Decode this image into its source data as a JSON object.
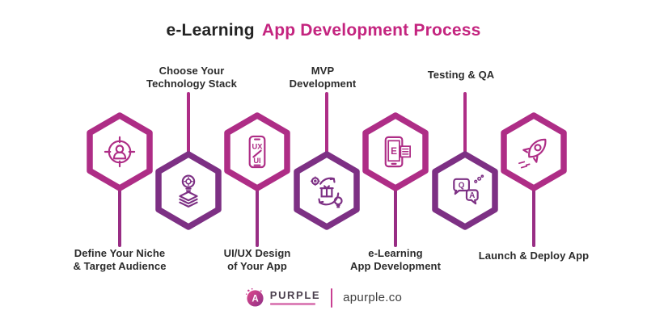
{
  "title": {
    "prefix": "e-Learning",
    "highlight": "App Development Process"
  },
  "colors": {
    "magenta": "#ae2d86",
    "purple": "#7d3084",
    "title-highlight": "#c4247f",
    "text-dark": "#2b2b2b",
    "connector-top": "#ae2d86",
    "connector-bottom": "#982d84",
    "footer-text": "#3f3f3f",
    "divider": "#c93f92",
    "logo-grad-1": "#e04a8c",
    "logo-grad-2": "#8e2f86"
  },
  "steps": [
    {
      "label": "Define Your Niche\n& Target Audience",
      "icon": "target-audience-icon",
      "color": "magenta",
      "label_position": "bottom"
    },
    {
      "label": "Choose Your\nTechnology Stack",
      "icon": "technology-stack-icon",
      "color": "purple",
      "label_position": "top"
    },
    {
      "label": "UI/UX Design\nof Your App",
      "icon": "ux-ui-design-icon",
      "color": "magenta",
      "label_position": "bottom",
      "icon_text": {
        "top": "UX",
        "bottom": "UI"
      }
    },
    {
      "label": "MVP\nDevelopment",
      "icon": "mvp-development-icon",
      "color": "purple",
      "label_position": "top"
    },
    {
      "label": "e-Learning\nApp Development",
      "icon": "elearning-app-icon",
      "color": "magenta",
      "label_position": "bottom",
      "icon_text": {
        "screen": "E"
      }
    },
    {
      "label": "Testing & QA",
      "icon": "testing-qa-icon",
      "color": "purple",
      "label_position": "top",
      "icon_text": {
        "q": "Q",
        "a": "A"
      }
    },
    {
      "label": "Launch & Deploy App",
      "icon": "rocket-icon",
      "color": "magenta",
      "label_position": "bottom"
    }
  ],
  "footer": {
    "logo_text": "Purple",
    "logo_initial": "A",
    "site": "apurple.co"
  }
}
